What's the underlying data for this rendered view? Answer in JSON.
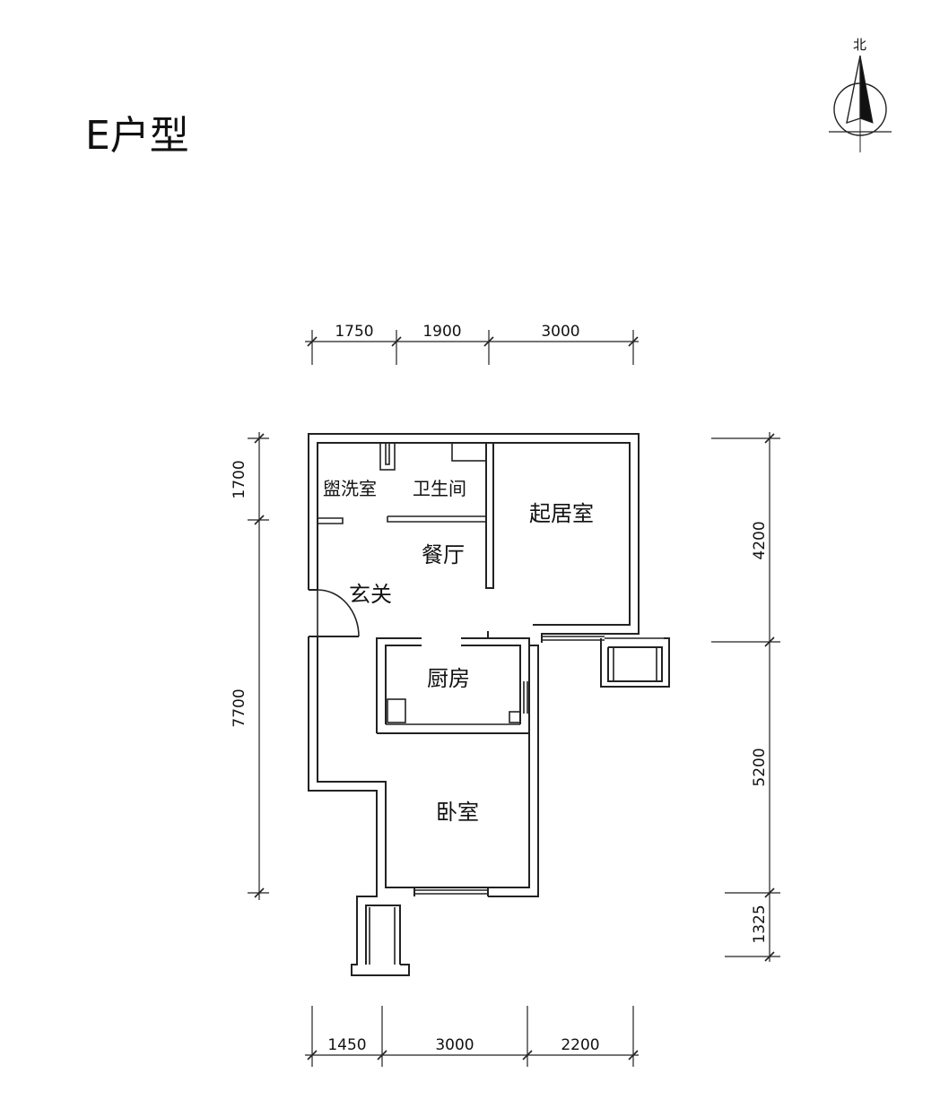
{
  "title": "E户型",
  "compass": {
    "label": "北",
    "icon": "north-arrow-icon"
  },
  "rooms": {
    "washroom": "盥洗室",
    "toilet": "卫生间",
    "living_room": "起居室",
    "dining": "餐厅",
    "entrance": "玄关",
    "kitchen": "厨房",
    "bedroom": "卧室"
  },
  "dimensions": {
    "top": [
      "1750",
      "1900",
      "3000"
    ],
    "bottom": [
      "1450",
      "3000",
      "2200"
    ],
    "left": [
      "1700",
      "7700"
    ],
    "right": [
      "4200",
      "5200",
      "1325"
    ]
  }
}
